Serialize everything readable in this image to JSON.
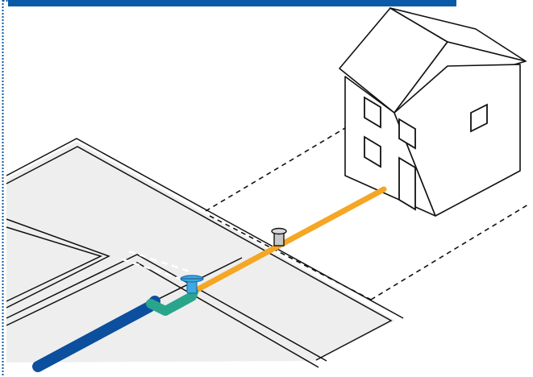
{
  "title": "",
  "colors": {
    "header_bar": "#0a5aa8",
    "frame_dots": "#0a5aa8",
    "road_fill": "#eeeeee",
    "road_edge": "#111111",
    "lane_markings": "#ffffff",
    "house_fill": "#ffffff",
    "house_outline": "#111111",
    "property_line": "#111111",
    "main_pipe": "#0b4f9e",
    "connection_pipe": "#2aa58c",
    "service_pipe": "#f5a623",
    "curb_stop_valve": "#3fa9e0",
    "meter_box": "#c8c8c8"
  },
  "elements": {
    "header_bar": "header-bar",
    "left_frame": "dotted-frame-left",
    "road": "street-intersection",
    "house": "house",
    "property_lines": "property-boundary-lines",
    "water_main": "water-main-pipe",
    "service_connection": "service-connection-pipe",
    "service_line": "service-line-pipe",
    "curb_valve": "curb-stop-valve-icon",
    "meter": "meter-box-icon"
  }
}
